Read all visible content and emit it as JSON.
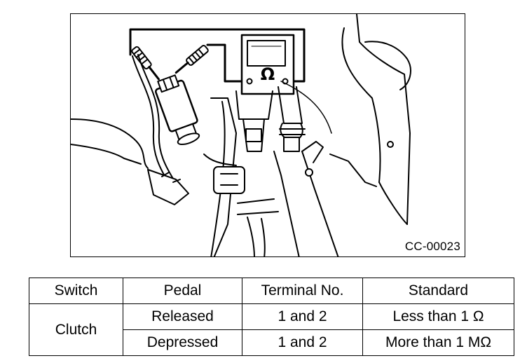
{
  "figure": {
    "code": "CC-00023",
    "meter_symbol": "Ω"
  },
  "table": {
    "headers": [
      "Switch",
      "Pedal",
      "Terminal No.",
      "Standard"
    ],
    "switch": "Clutch",
    "rows": [
      {
        "pedal": "Released",
        "terminal": "1 and 2",
        "standard": "Less than 1 Ω"
      },
      {
        "pedal": "Depressed",
        "terminal": "1 and 2",
        "standard": "More than 1 MΩ"
      }
    ]
  }
}
